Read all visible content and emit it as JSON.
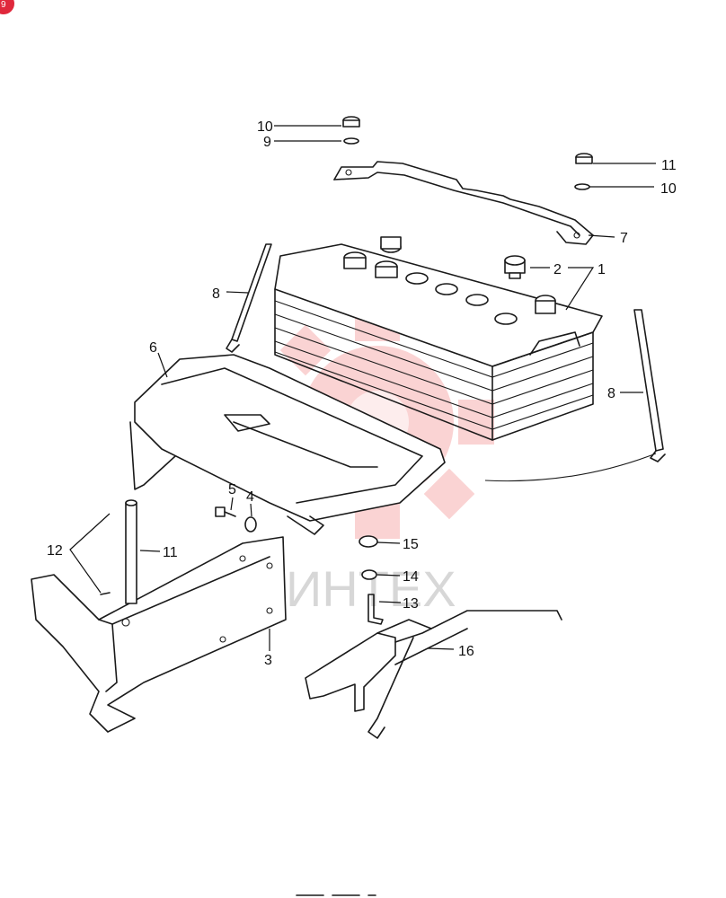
{
  "corner_badge": "9",
  "watermark": {
    "text": "ИНТЕХ"
  },
  "footer_text": "",
  "callouts": [
    {
      "id": "1",
      "label": "1"
    },
    {
      "id": "2",
      "label": "2"
    },
    {
      "id": "3",
      "label": "3"
    },
    {
      "id": "4",
      "label": "4"
    },
    {
      "id": "5",
      "label": "5"
    },
    {
      "id": "6",
      "label": "6"
    },
    {
      "id": "7",
      "label": "7"
    },
    {
      "id": "8a",
      "label": "8"
    },
    {
      "id": "8b",
      "label": "8"
    },
    {
      "id": "9a",
      "label": "9"
    },
    {
      "id": "9b",
      "label": "9"
    },
    {
      "id": "10a",
      "label": "10"
    },
    {
      "id": "10b",
      "label": "10"
    },
    {
      "id": "11",
      "label": "11"
    },
    {
      "id": "12",
      "label": "12"
    },
    {
      "id": "13",
      "label": "13"
    },
    {
      "id": "14",
      "label": "14"
    },
    {
      "id": "15",
      "label": "15"
    },
    {
      "id": "16",
      "label": "16"
    }
  ],
  "colors": {
    "line": "#1a1a1a",
    "watermark": "#f08080",
    "badge": "#e0283c"
  }
}
